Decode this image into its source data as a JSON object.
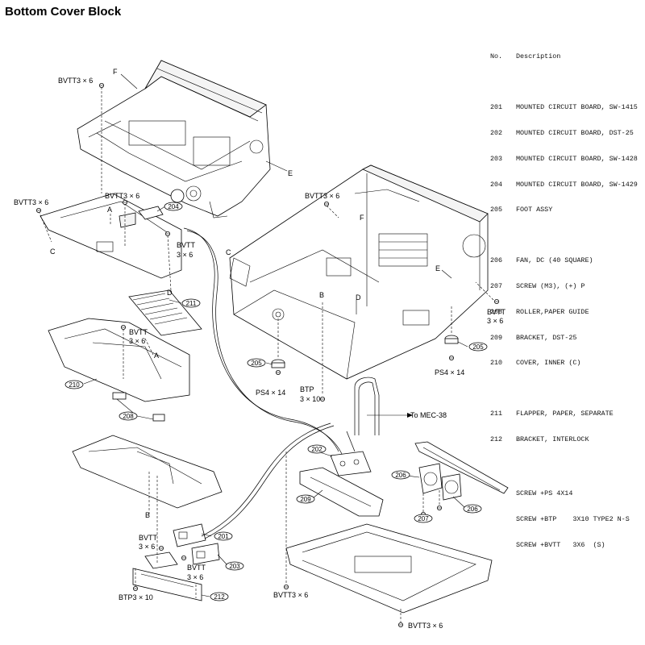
{
  "title": "Bottom Cover Block",
  "parts_table": {
    "header_no": "No.",
    "header_desc": "Description",
    "groups": [
      [
        {
          "no": "201",
          "desc": "MOUNTED CIRCUIT BOARD, SW-1415"
        },
        {
          "no": "202",
          "desc": "MOUNTED CIRCUIT BOARD, DST-25"
        },
        {
          "no": "203",
          "desc": "MOUNTED CIRCUIT BOARD, SW-1428"
        },
        {
          "no": "204",
          "desc": "MOUNTED CIRCUIT BOARD, SW-1429"
        },
        {
          "no": "205",
          "desc": "FOOT ASSY"
        }
      ],
      [
        {
          "no": "206",
          "desc": "FAN, DC (40 SQUARE)"
        },
        {
          "no": "207",
          "desc": "SCREW (M3), (+) P"
        },
        {
          "no": "208",
          "desc": "ROLLER,PAPER GUIDE"
        },
        {
          "no": "209",
          "desc": "BRACKET, DST-25"
        },
        {
          "no": "210",
          "desc": "COVER, INNER (C)"
        }
      ],
      [
        {
          "no": "211",
          "desc": "FLAPPER, PAPER, SEPARATE"
        },
        {
          "no": "212",
          "desc": "BRACKET, INTERLOCK"
        }
      ]
    ],
    "screws": [
      "SCREW +PS 4X14",
      "SCREW +BTP    3X10 TYPE2 N-S",
      "SCREW +BVTT   3X6  (S)"
    ]
  },
  "callouts": {
    "c201": "201",
    "c202": "202",
    "c203": "203",
    "c204": "204",
    "c205a": "205",
    "c205b": "205",
    "c206a": "206",
    "c206b": "206",
    "c207": "207",
    "c208": "208",
    "c209": "209",
    "c210": "210",
    "c211": "211",
    "c212": "212"
  },
  "labels": {
    "bvtt3x6_a": "BVTT3 × 6",
    "bvtt3x6_b": "BVTT3 × 6",
    "bvtt3x6_c": "BVTT3 × 6",
    "bvtt3x6_d": "BVTT3 × 6",
    "bvtt3x6_e": "BVTT3 × 6",
    "bvtt3x6_f": "BVTT3 × 6",
    "bvtt_a1": "BVTT",
    "bvtt_a2": "3 × 6",
    "bvtt_b1": "BVTT",
    "bvtt_b2": "3 × 6",
    "bvtt_c1": "BVTT",
    "bvtt_c2": "3 × 6",
    "bvtt_d1": "BVTT",
    "bvtt_d2": "3 × 6",
    "bvtt_e1": "BVTT",
    "bvtt_e2": "3 × 6",
    "ps4x14_a": "PS4 × 14",
    "ps4x14_b": "PS4 × 14",
    "btp_1": "BTP",
    "btp_2": "3 × 10",
    "btp3x10": "BTP3 × 10",
    "to_mec": "To MEC-38"
  },
  "letters": {
    "A1": "A",
    "A2": "A",
    "B1": "B",
    "B2": "B",
    "C1": "C",
    "C2": "C",
    "D1": "D",
    "D2": "D",
    "E1": "E",
    "E2": "E",
    "F1": "F",
    "F2": "F"
  }
}
